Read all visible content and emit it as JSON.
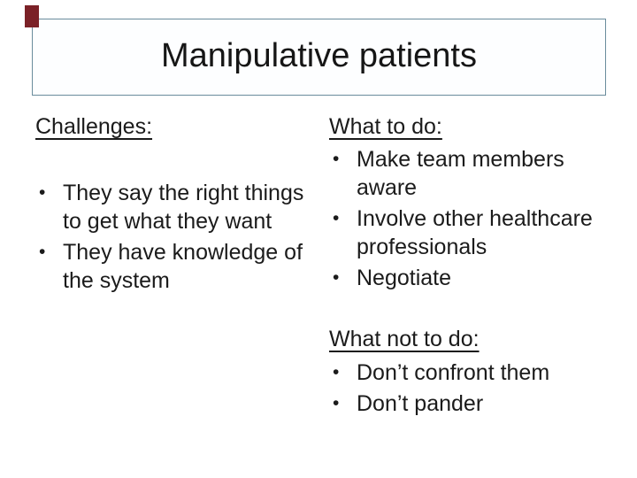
{
  "slide": {
    "title": "Manipulative patients"
  },
  "challenges": {
    "heading": "Challenges:",
    "bullets": [
      "They say the right things to get what they want",
      "They have knowledge of the system"
    ]
  },
  "what_to_do": {
    "heading": "What to do:",
    "bullets": [
      "Make team members aware",
      "Involve other healthcare professionals",
      "Negotiate"
    ]
  },
  "what_not_to_do": {
    "heading": "What not to do:",
    "bullets": [
      "Don’t confront them",
      "Don’t pander"
    ]
  },
  "ui": {
    "bullet_char": "•"
  },
  "colors": {
    "background": "#ffffff",
    "text": "#1b1b1b",
    "title_box_border": "#6a8c9c",
    "accent_red": "#7b2127"
  }
}
